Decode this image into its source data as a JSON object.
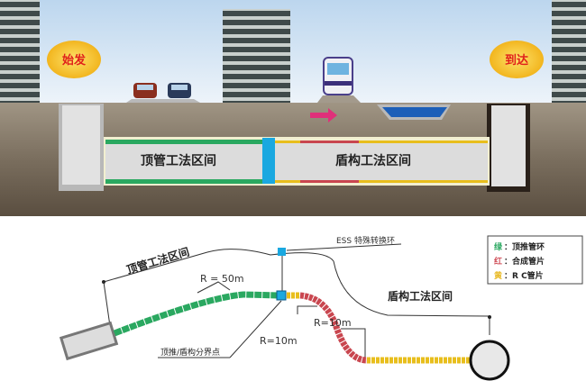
{
  "scene": {
    "start_label": "始发",
    "end_label": "到达",
    "jacking_section": "顶管工法区间",
    "shield_section": "盾构工法区间"
  },
  "plan": {
    "jacking_section": "顶管工法区间",
    "shield_section": "盾构工法区间",
    "ess_label": "ESS 特殊转换环",
    "boundary_label": "顶推/盾构分界点",
    "radius_50": "R = 50m",
    "radius_10_a": "R=10m",
    "radius_10_b": "R=10m"
  },
  "legend": {
    "items": [
      {
        "key": "绿",
        "text": "：顶推管环",
        "color": "#2aa860"
      },
      {
        "key": "红",
        "text": "：合成管片",
        "color": "#d0505a"
      },
      {
        "key": "黄",
        "text": "：R C管片",
        "color": "#e8b820"
      }
    ]
  },
  "colors": {
    "green": "#2aa860",
    "red": "#c9464f",
    "yellow": "#e8be1c",
    "blue": "#1aa8e0",
    "oval": "#f7c531",
    "oval_text": "#e0201a"
  }
}
